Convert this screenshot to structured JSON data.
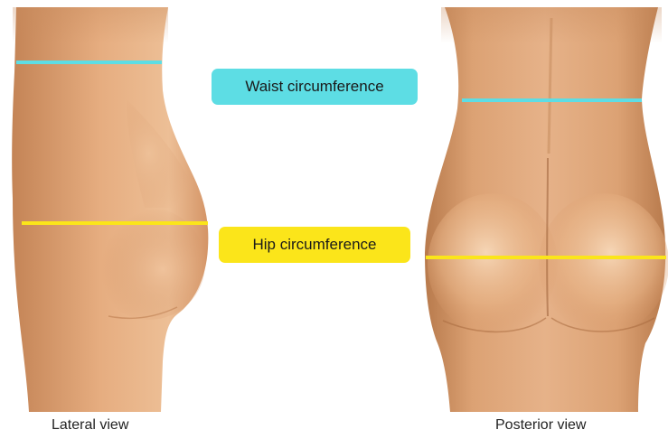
{
  "labels": {
    "waist": "Waist circumference",
    "hip": "Hip circumference"
  },
  "captions": {
    "lateral": "Lateral view",
    "posterior": "Posterior view"
  },
  "colors": {
    "waist": "#5ddde4",
    "hip": "#fbe51a",
    "skin_light": "#f1c8a2",
    "skin_mid": "#e2a77b",
    "skin_dark": "#b87a4e",
    "background": "#ffffff"
  }
}
